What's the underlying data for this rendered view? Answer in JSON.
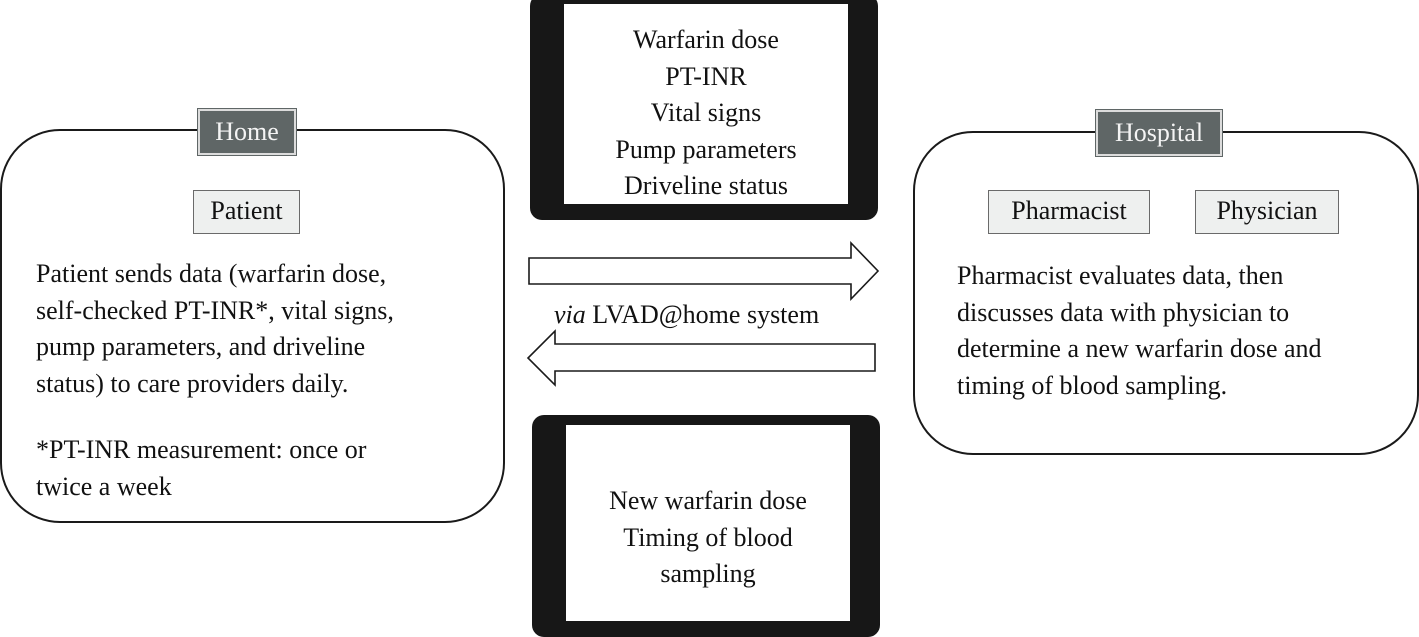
{
  "home": {
    "tag": "Home",
    "role": "Patient",
    "description_lines": [
      "Patient sends data (warfarin dose,",
      "self-checked PT-INR*, vital signs,",
      "pump parameters, and driveline",
      "status) to care providers daily."
    ],
    "footnote_lines": [
      "*PT-INR measurement: once or",
      "twice a week"
    ]
  },
  "hospital": {
    "tag": "Hospital",
    "roles": [
      "Pharmacist",
      "Physician"
    ],
    "description_lines": [
      "Pharmacist evaluates data, then",
      "discusses data with physician to",
      "determine a new warfarin dose and",
      "timing of blood sampling."
    ]
  },
  "tablet_top": {
    "lines": [
      "Warfarin dose",
      "PT-INR",
      "Vital signs",
      "Pump parameters",
      "Driveline status"
    ]
  },
  "tablet_bottom": {
    "lines": [
      "New warfarin dose",
      "Timing of blood",
      "sampling"
    ]
  },
  "transfer": {
    "via_italic": "via",
    "via_rest": " LVAD@home system"
  },
  "colors": {
    "tag_fill": "#5f6666",
    "role_fill": "#eef0ef",
    "tablet_frame": "#171717"
  }
}
